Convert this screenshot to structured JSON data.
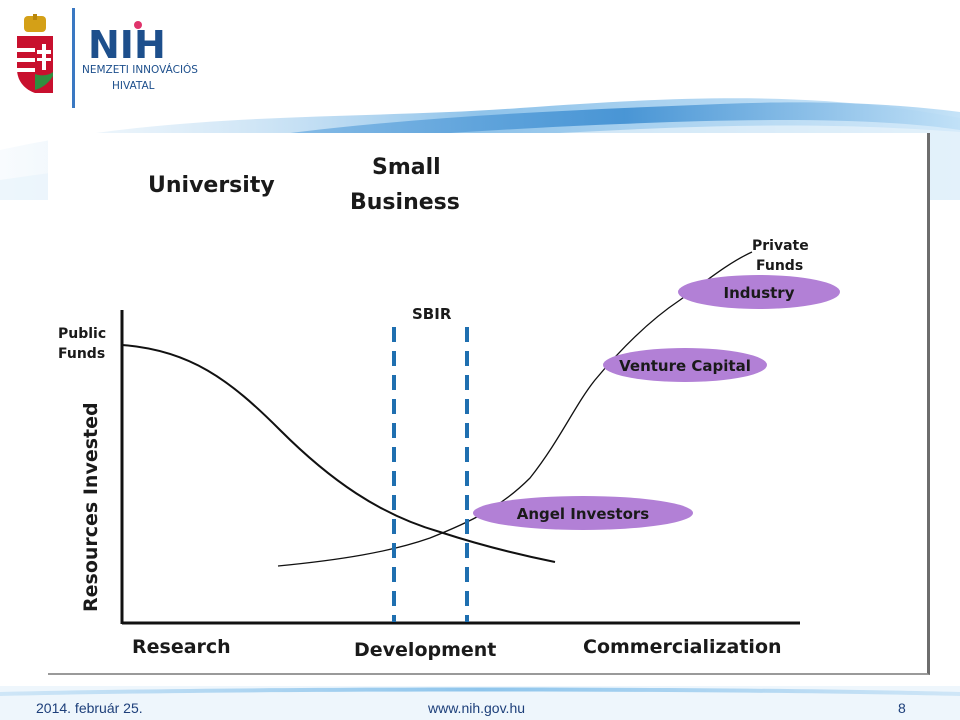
{
  "header": {
    "logo_name": "NIH",
    "logo_line1": "NEMZETI INNOVÁCIÓS",
    "logo_line2": "HIVATAL"
  },
  "diagram": {
    "column_university": "University",
    "column_small_business_line1": "Small",
    "column_small_business_line2": "Business",
    "public_funds_line1": "Public",
    "public_funds_line2": "Funds",
    "private_funds_line1": "Private",
    "private_funds_line2": "Funds",
    "sbir": "SBIR",
    "y_axis_label": "Resources Invested",
    "x_research": "Research",
    "x_development": "Development",
    "x_commercialization": "Commercialization",
    "pill_industry": "Industry",
    "pill_venture_capital": "Venture Capital",
    "pill_angel_investors": "Angel Investors",
    "pill_color": "#b280d6"
  },
  "footer": {
    "date": "2014. február 25.",
    "url": "www.nih.gov.hu",
    "page": "8"
  }
}
